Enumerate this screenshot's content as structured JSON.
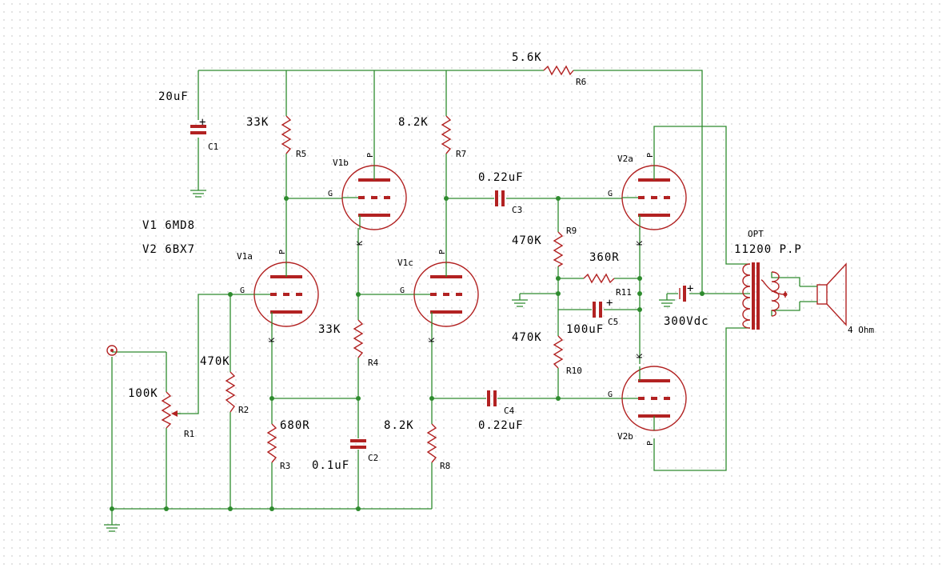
{
  "notes": {
    "v1": "V1  6MD8",
    "v2": "V2  6BX7"
  },
  "components": {
    "C1": {
      "ref": "C1",
      "value": "20uF",
      "plus": "+"
    },
    "R5": {
      "ref": "R5",
      "value": "33K"
    },
    "R7": {
      "ref": "R7",
      "value": "8.2K"
    },
    "R6": {
      "ref": "R6",
      "value": "5.6K"
    },
    "C3": {
      "ref": "C3",
      "value": "0.22uF"
    },
    "R9": {
      "ref": "R9",
      "value": "470K"
    },
    "R11": {
      "ref": "R11",
      "value": "360R"
    },
    "C5": {
      "ref": "C5",
      "value": "100uF",
      "plus": "+"
    },
    "R10": {
      "ref": "R10",
      "value": "470K"
    },
    "C4": {
      "ref": "C4",
      "value": "0.22uF"
    },
    "R4": {
      "ref": "R4",
      "value": "33K"
    },
    "R2": {
      "ref": "R2",
      "value": "470K"
    },
    "R1": {
      "ref": "R1",
      "value": "100K"
    },
    "R3": {
      "ref": "R3",
      "value": "680R"
    },
    "C2": {
      "ref": "C2",
      "value": "0.1uF"
    },
    "R8": {
      "ref": "R8",
      "value": "8.2K"
    },
    "B1": {
      "value": "300Vdc",
      "plus": "+"
    },
    "OPT": {
      "ref": "OPT",
      "value": "11200 P.P"
    },
    "SPK": {
      "value": "4 Ohm"
    }
  },
  "tubes": {
    "V1a": {
      "ref": "V1a",
      "p": "P",
      "g": "G",
      "k": "K"
    },
    "V1b": {
      "ref": "V1b",
      "p": "P",
      "g": "G",
      "k": "K"
    },
    "V1c": {
      "ref": "V1c",
      "p": "P",
      "g": "G",
      "k": "K"
    },
    "V2a": {
      "ref": "V2a",
      "p": "P",
      "g": "G",
      "k": "K"
    },
    "V2b": {
      "ref": "V2b",
      "p": "P",
      "g": "G",
      "k": "K"
    }
  }
}
